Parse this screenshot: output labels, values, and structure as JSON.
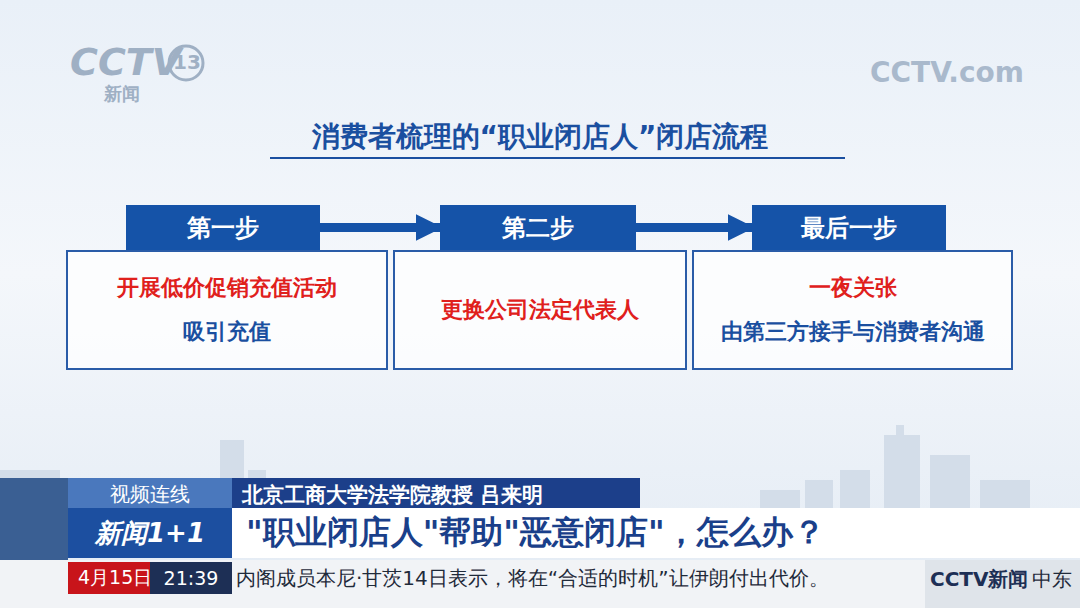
{
  "diagram": {
    "title": "消费者梳理的“职业闭店人”闭店流程",
    "nodes": [
      {
        "text": [
          "第一步"
        ]
      },
      {
        "text": [
          "开展低价促销充值活动",
          "吸引充值"
        ]
      },
      {
        "text": [
          "第二步"
        ]
      },
      {
        "text": [
          "更换公司法定代表人"
        ]
      },
      {
        "text": [
          "最后一步"
        ]
      },
      {
        "text": [
          "一夜关张",
          "由第三方接手与消费者沟通"
        ]
      },
      {
        "text": [
          "视频连线"
        ]
      },
      {
        "text": [
          "北京工商大学法学院教授 吕来明"
        ]
      },
      {
        "text": [
          "新闻1+1"
        ]
      },
      {
        "text": [
          "\"职业闭店人\"帮助\"恶意闭店\"，怎么办？"
        ]
      },
      {
        "text": [
          "4月15日"
        ]
      },
      {
        "text": [
          "21:39"
        ]
      },
      {
        "text": [
          "内阁成员本尼·甘茨14日表示，将在“合适的时机”让伊朗付出代价。"
        ]
      }
    ],
    "edges": [
      {
        "from": 0,
        "to": 2,
        "arrow": "to"
      },
      {
        "from": 2,
        "to": 4,
        "arrow": "to"
      }
    ],
    "labels": [
      "CCTV",
      "13",
      "新闻",
      "CCTV.com",
      "CCTV新闻",
      "中东"
    ]
  }
}
